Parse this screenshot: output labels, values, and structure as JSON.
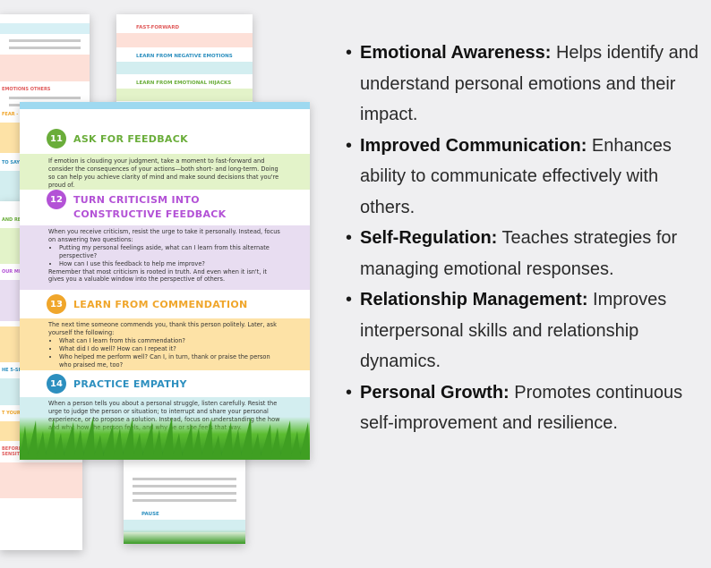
{
  "front_page": {
    "sections": [
      {
        "number": "11",
        "title": "ASK FOR FEEDBACK",
        "body": "If emotion is clouding your judgment, take a moment to fast-forward and consider the consequences of your actions—both short- and long-term. Doing so can help you achieve clarity of mind and make sound decisions that you're proud of."
      },
      {
        "number": "12",
        "title": "TURN CRITICISM INTO CONSTRUCTIVE FEEDBACK",
        "intro": "When you receive criticism, resist the urge to take it personally. Instead, focus on answering two questions:",
        "bullets": [
          "Putting my personal feelings aside, what can I learn from this alternate perspective?",
          "How can I use this feedback to help me improve?"
        ],
        "outro": "Remember that most criticism is rooted in truth. And even when it isn't, it gives you a valuable window into the perspective of others."
      },
      {
        "number": "13",
        "title": "LEARN FROM COMMENDATION",
        "intro": "The next time someone commends you, thank this person politely. Later, ask yourself the following:",
        "bullets": [
          "What can I learn from this commendation?",
          "What did I do well? How can I repeat it?",
          "Who helped me perform well? Can I, in turn, thank or praise the person who praised me, too?"
        ]
      },
      {
        "number": "14",
        "title": "PRACTICE EMPATHY",
        "body": "When a person tells you about a personal struggle, listen carefully. Resist the urge to judge the person or situation; to interrupt and share your personal experience, or to propose a solution. Instead, focus on understanding the how and why: how the person feels, and why he or she feels that way."
      }
    ]
  },
  "back_pages": {
    "top_right": [
      "FAST-FORWARD",
      "LEARN FROM NEGATIVE EMOTIONS",
      "LEARN FROM EMOTIONAL HIJACKS"
    ],
    "left": [
      "EMOTIONS OTHERS",
      "FEAR - WITH KNOWLEDGE",
      "TO SAY",
      "AND REFLEC",
      "OUR MISS",
      "HE 5-SECO",
      "T YOUR V",
      "BEFORE ADDRESSING SENSITIVE"
    ],
    "bottom": [
      "PAUSE"
    ]
  },
  "benefits": [
    {
      "term": "Emotional Awareness:",
      "text": "Helps identify and understand personal emotions and their impact."
    },
    {
      "term": "Improved Communication:",
      "text": "Enhances ability to communicate effectively with others."
    },
    {
      "term": "Self-Regulation:",
      "text": "Teaches strategies for managing emotional responses."
    },
    {
      "term": "Relationship Management:",
      "text": "Improves interpersonal skills and relationship dynamics."
    },
    {
      "term": "Personal Growth:",
      "text": "Promotes continuous self-improvement and resilience."
    }
  ],
  "colors": {
    "green": "#6aad3a",
    "green_band": "#e3f3c9",
    "purple": "#b352d6",
    "purple_band": "#e8ddf1",
    "orange": "#f0a62b",
    "orange_band": "#fde2a6",
    "teal": "#2c8fbf",
    "teal_band": "#d3eef0"
  }
}
